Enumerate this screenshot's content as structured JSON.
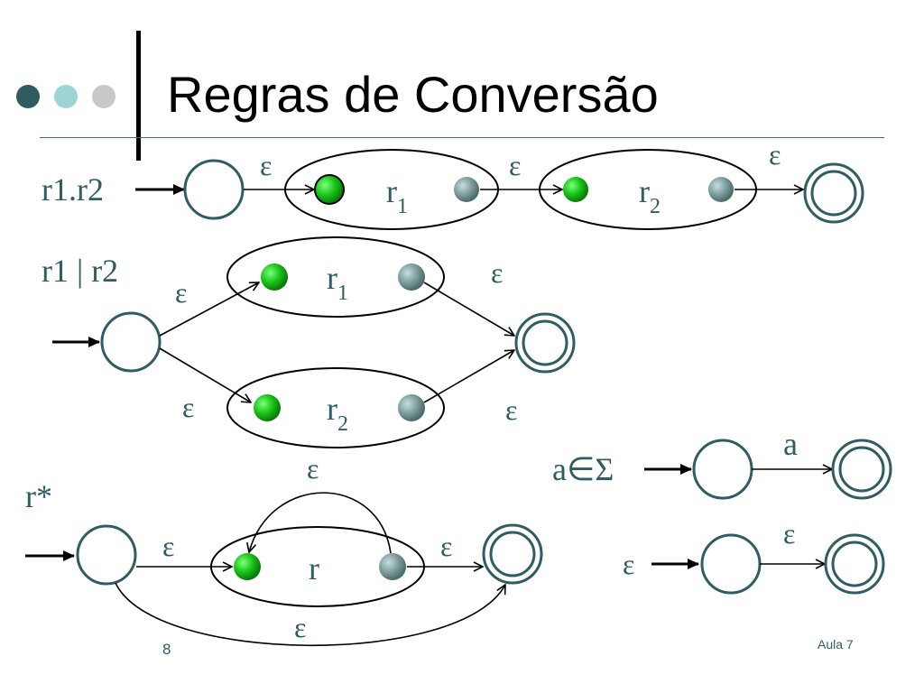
{
  "slide": {
    "title": "Regras de Conversão",
    "page_number": "8",
    "footer_label": "Aula 7",
    "bullet_colors": [
      "#2e5c60",
      "#9fd4d6",
      "#c8c8c8"
    ],
    "accent_color": "#2f5d61"
  },
  "diagrams": {
    "concat": {
      "label": "r1.r2",
      "sub1_base": "r",
      "sub1_index": "1",
      "sub2_base": "r",
      "sub2_index": "2",
      "eps": [
        "ε",
        "ε",
        "ε"
      ]
    },
    "union": {
      "label": "r1 | r2",
      "sub1_base": "r",
      "sub1_index": "1",
      "sub2_base": "r",
      "sub2_index": "2",
      "eps": [
        "ε",
        "ε",
        "ε",
        "ε"
      ]
    },
    "star": {
      "label": "r*",
      "sub_base": "r",
      "eps": [
        "ε",
        "ε",
        "ε",
        "ε"
      ]
    },
    "symbol": {
      "label": "a∈Σ",
      "transition": "a"
    },
    "epsilon": {
      "label": "ε",
      "transition": "ε"
    }
  }
}
